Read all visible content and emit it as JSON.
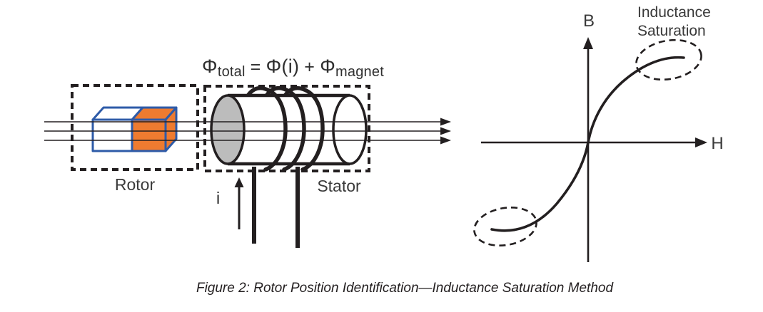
{
  "colors": {
    "ink": "#231f20",
    "magnet_orange": "#ee7b30",
    "magnet_blue_outline": "#2e5ba8",
    "cylinder_gray": "#bcbcbc",
    "background": "#ffffff"
  },
  "diagram": {
    "rotor_label": "Rotor",
    "stator_label": "Stator",
    "current_label": "i",
    "formula": {
      "phi1": "Φ",
      "sub_total": "total",
      "equals": "=",
      "phi_of_i": "Φ(i)",
      "plus": "+",
      "phi2": "Φ",
      "sub_magnet": "magnet"
    }
  },
  "graph": {
    "y_axis_label": "B",
    "x_axis_label": "H",
    "annotation_line1": "Inductance",
    "annotation_line2": "Saturation"
  },
  "caption": "Figure 2: Rotor Position Identification—Inductance Saturation Method"
}
